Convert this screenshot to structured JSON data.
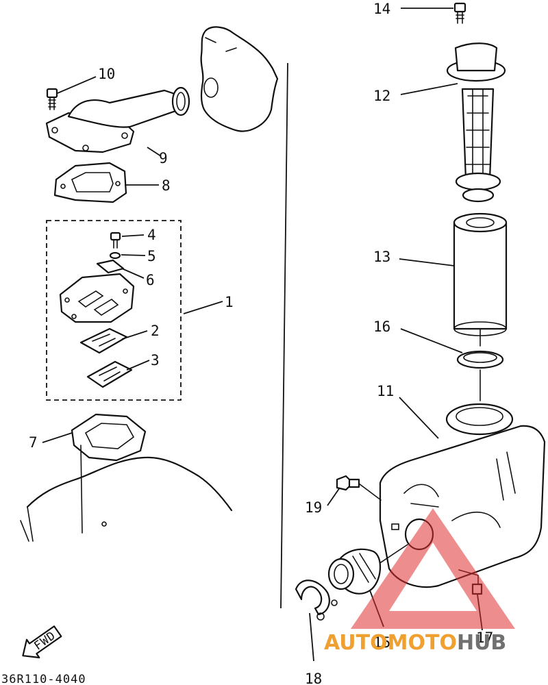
{
  "diagram": {
    "part_code": "36R110-4040",
    "fwd_label": "FWD",
    "callouts": [
      {
        "id": "label-1",
        "text": "1"
      },
      {
        "id": "label-2",
        "text": "2"
      },
      {
        "id": "label-3",
        "text": "3"
      },
      {
        "id": "label-4",
        "text": "4"
      },
      {
        "id": "label-5",
        "text": "5"
      },
      {
        "id": "label-6",
        "text": "6"
      },
      {
        "id": "label-7",
        "text": "7"
      },
      {
        "id": "label-8",
        "text": "8"
      },
      {
        "id": "label-9",
        "text": "9"
      },
      {
        "id": "label-10",
        "text": "10"
      },
      {
        "id": "label-11",
        "text": "11"
      },
      {
        "id": "label-12",
        "text": "12"
      },
      {
        "id": "label-13",
        "text": "13"
      },
      {
        "id": "label-14",
        "text": "14"
      },
      {
        "id": "label-15",
        "text": "15"
      },
      {
        "id": "label-16",
        "text": "16"
      },
      {
        "id": "label-17",
        "text": "17"
      },
      {
        "id": "label-18",
        "text": "18"
      },
      {
        "id": "label-19",
        "text": "19"
      }
    ]
  },
  "watermark": {
    "auto": "AUTO",
    "moto": "MOTO",
    "hub": "HUB",
    "orange": "#f0a030",
    "red": "#e03030",
    "grey": "#707070"
  }
}
